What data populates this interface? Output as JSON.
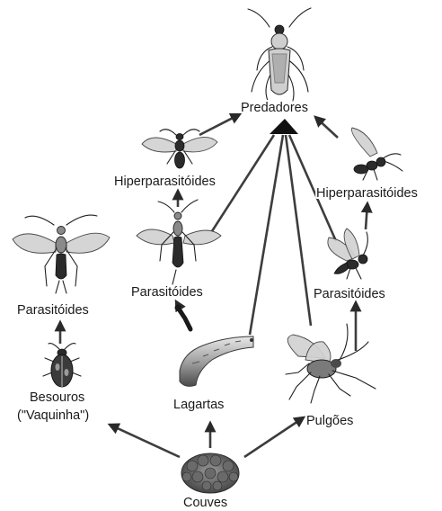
{
  "diagram": {
    "nodes": {
      "predadores": "Predadores",
      "hiper_left": "Hiperparasitóides",
      "hiper_right": "Hiperparasitóides",
      "parasit_far_left": "Parasitóides",
      "parasit_mid": "Parasitóides",
      "parasit_right": "Parasitóides",
      "besouros_line1": "Besouros",
      "besouros_line2": "(\"Vaquinha\")",
      "lagartas": "Lagartas",
      "pulgoes": "Pulgões",
      "couves": "Couves"
    },
    "colors": {
      "arrow": "#3d3d3d",
      "text": "#1a1a1a",
      "plant": "#5a5a5a"
    }
  }
}
